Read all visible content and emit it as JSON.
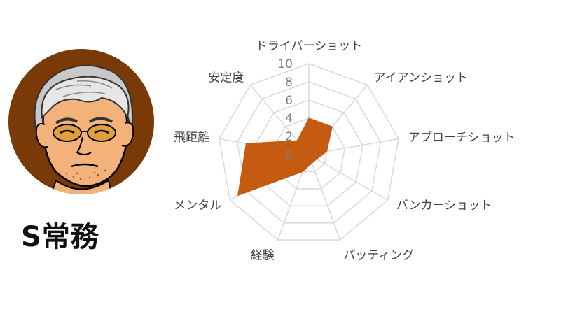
{
  "profile": {
    "name": "S常務",
    "avatar_icon": "cartoon-man-portrait-icon",
    "avatar_bg_color": "#7a3a08"
  },
  "chart_data": {
    "type": "radar",
    "axes": [
      "ドライバーショット",
      "アイアンショット",
      "アプローチショット",
      "バンカーショット",
      "パッティング",
      "経験",
      "メンタル",
      "飛距離",
      "安定度"
    ],
    "series": [
      {
        "values": [
          4,
          4,
          2,
          1,
          1,
          2,
          9,
          7,
          2
        ],
        "color": "#c55a11"
      }
    ],
    "rlim": [
      0,
      10
    ],
    "ticks": [
      "0",
      "2",
      "4",
      "6",
      "8",
      "10"
    ],
    "grid": true,
    "grid_color": "#d9d9d9"
  }
}
